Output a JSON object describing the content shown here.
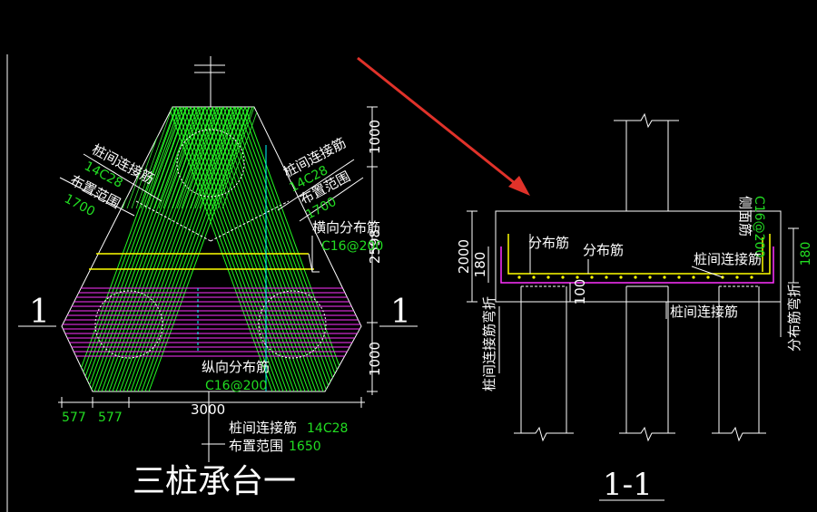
{
  "left_view": {
    "title": "三桩承台一",
    "section_mark_left": "1",
    "section_mark_right": "1",
    "label_pile_tie_left": "桩间连接筋",
    "label_pile_tie_left_spec": "14C28",
    "label_range_left": "布置范围",
    "label_range_left_val": "1700",
    "label_pile_tie_right": "桩间连接筋",
    "label_pile_tie_right_spec": "14C28",
    "label_range_right": "布置范围",
    "label_range_right_val": "1700",
    "label_transverse": "横向分布筋",
    "label_transverse_spec": "C16@200",
    "label_longitudinal": "纵向分布筋",
    "label_longitudinal_spec": "C16@200",
    "label_bottom_tie": "桩间连接筋",
    "label_bottom_tie_spec": "14C28",
    "label_bottom_range": "布置范围",
    "label_bottom_range_val": "1650",
    "dim_top": "1000",
    "dim_mid": "2598",
    "dim_bot": "1000",
    "dim_width": "3000",
    "dim_left_1": "577",
    "dim_left_2": "577"
  },
  "right_view": {
    "title": "1-1",
    "label_dist1": "分布筋",
    "label_dist2": "分布筋",
    "label_side": "侧面筋",
    "label_side_spec": "C16@200",
    "label_tie_top": "桩间连接筋",
    "label_tie_bottom": "桩间连接筋",
    "label_tie_bend": "桩间连接筋弯折",
    "label_dist_bend": "分布筋弯折",
    "dim_height": "2000",
    "dim_left_180": "180",
    "dim_right_180": "180",
    "dim_100": "100"
  },
  "colors": {
    "background": "#000000",
    "white": "#ffffff",
    "green": "#22dd22",
    "yellow": "#ffff00",
    "magenta": "#ff33ff",
    "cyan": "#00ffff",
    "arrow": "#e0322a"
  }
}
